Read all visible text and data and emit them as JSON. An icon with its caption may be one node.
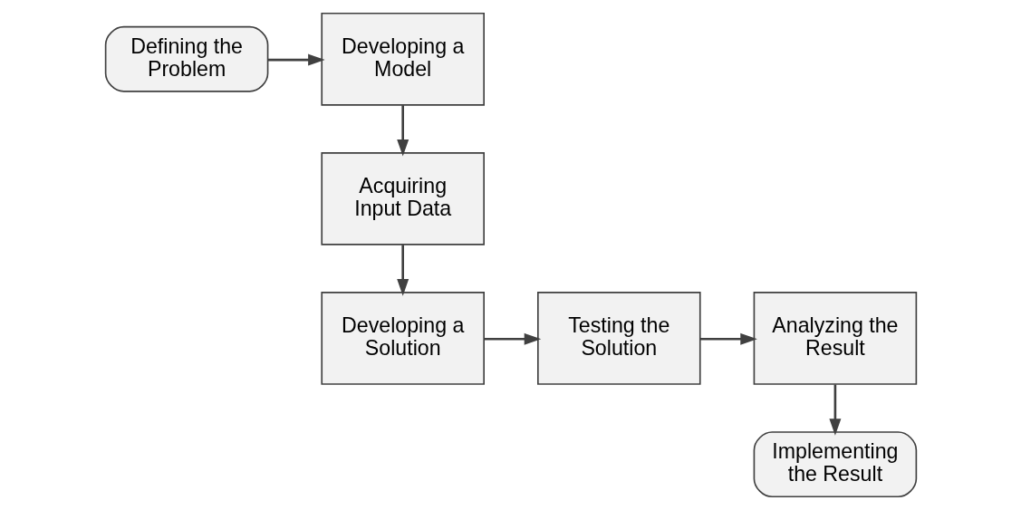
{
  "diagram": {
    "nodes": [
      {
        "text": [
          "Defining the Problem"
        ]
      },
      {
        "text": [
          "Developing a Model"
        ]
      },
      {
        "text": [
          "Acquiring Input Data"
        ]
      },
      {
        "text": [
          "Developing a Solution"
        ]
      },
      {
        "text": [
          "Testing the Solution"
        ]
      },
      {
        "text": [
          "Analyzing the Result"
        ]
      },
      {
        "text": [
          "Implementing the Result"
        ]
      }
    ],
    "edges": [
      {
        "from": 0,
        "to": 1,
        "arrow": "to"
      },
      {
        "from": 1,
        "to": 2,
        "arrow": "to"
      },
      {
        "from": 2,
        "to": 3,
        "arrow": "to"
      },
      {
        "from": 3,
        "to": 4,
        "arrow": "to"
      },
      {
        "from": 4,
        "to": 5,
        "arrow": "to"
      },
      {
        "from": 5,
        "to": 6,
        "arrow": "to"
      }
    ]
  }
}
